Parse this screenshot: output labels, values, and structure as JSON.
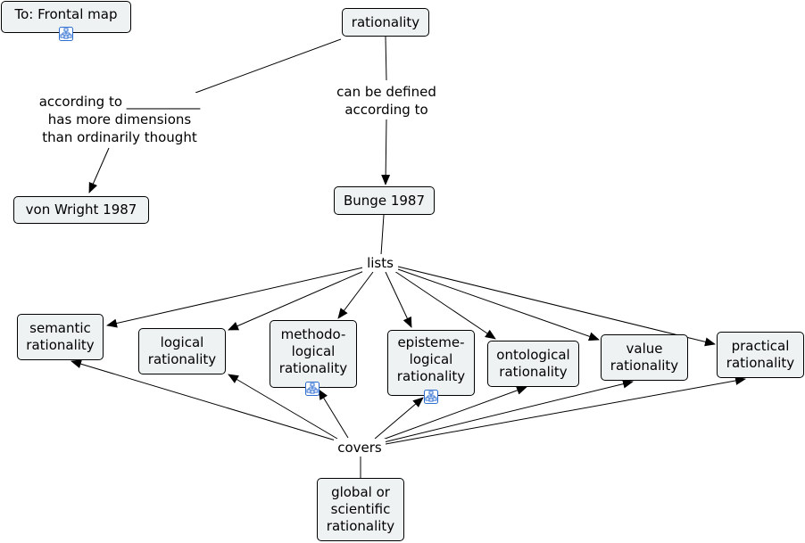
{
  "nodes": {
    "frontal": "To: Frontal map",
    "rationality": "rationality",
    "von_wright": "von Wright 1987",
    "bunge": "Bunge 1987",
    "semantic": "semantic\nrationality",
    "logical": "logical\nrationality",
    "methodological": "methodo-\nlogical\nrationality",
    "epistemological": "episteme-\nlogical\nrationality",
    "ontological": "ontological\nrationality",
    "value": "value\nrationality",
    "practical": "practical\nrationality",
    "global": "global or\nscientific\nrationality"
  },
  "phrases": {
    "according_to": "according to ___________\nhas more dimensions\nthan ordinarily thought",
    "defined": "can be defined\naccording to",
    "lists": "lists",
    "covers": "covers"
  },
  "icons": {
    "submap": "concept-map-link-icon"
  },
  "colors": {
    "node_fill": "#eef2f3",
    "line": "#000000",
    "icon_blue": "#2f6fd0"
  }
}
